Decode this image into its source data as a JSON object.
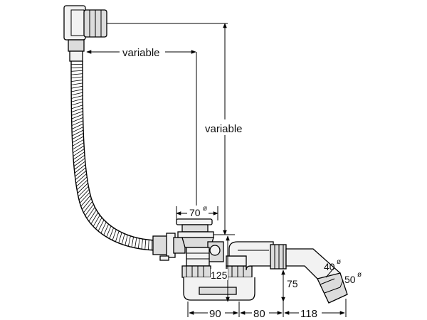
{
  "labels": {
    "variable_horizontal": "variable",
    "variable_vertical": "variable",
    "dim_70": "70",
    "dim_125": "125",
    "dim_75": "75",
    "dim_90": "90",
    "dim_80": "80",
    "dim_118": "118",
    "dim_40": "40",
    "dim_50": "50",
    "diameter_symbol": "ø"
  }
}
